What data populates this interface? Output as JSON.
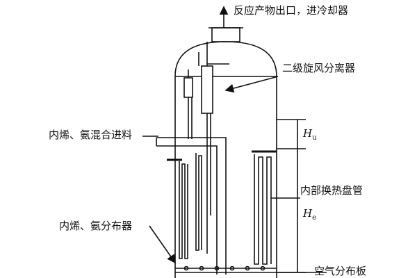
{
  "labels": {
    "outlet": "反应产物出口，进冷却器",
    "cyclone": "二级旋风分离器",
    "feed": "内烯、氨混合进料",
    "coil": "内部换热盘管",
    "distributor": "内烯、氨分布器",
    "air_plate": "空气分布板"
  },
  "symbols": {
    "hu_main": "H",
    "hu_sub": "u",
    "he_main": "H",
    "he_sub": "e"
  },
  "colors": {
    "line": "#111111",
    "background": "#ffffff"
  }
}
